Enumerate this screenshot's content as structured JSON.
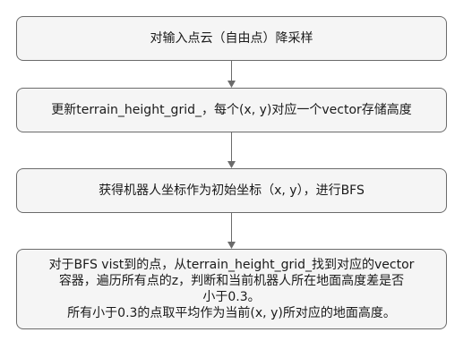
{
  "flowchart": {
    "nodes": [
      {
        "id": "node1",
        "lines": [
          "对输入点云（自由点）降采样"
        ]
      },
      {
        "id": "node2",
        "lines": [
          "更新terrain_height_grid_，每个(x, y)对应一个vector存储高度"
        ]
      },
      {
        "id": "node3",
        "lines": [
          "获得机器人坐标作为初始坐标（x, y），进行BFS"
        ]
      },
      {
        "id": "node4",
        "lines": [
          "对于BFS vist到的点，从terrain_height_grid_找到对应的vector",
          "容器，遍历所有点的z，判断和当前机器人所在地面高度差是否",
          "小于0.3。",
          "所有小于0.3的点取平均作为当前(x, y)所对应的地面高度。"
        ]
      }
    ],
    "edges": [
      {
        "from": "node1",
        "to": "node2"
      },
      {
        "from": "node2",
        "to": "node3"
      },
      {
        "from": "node3",
        "to": "node4"
      }
    ]
  }
}
